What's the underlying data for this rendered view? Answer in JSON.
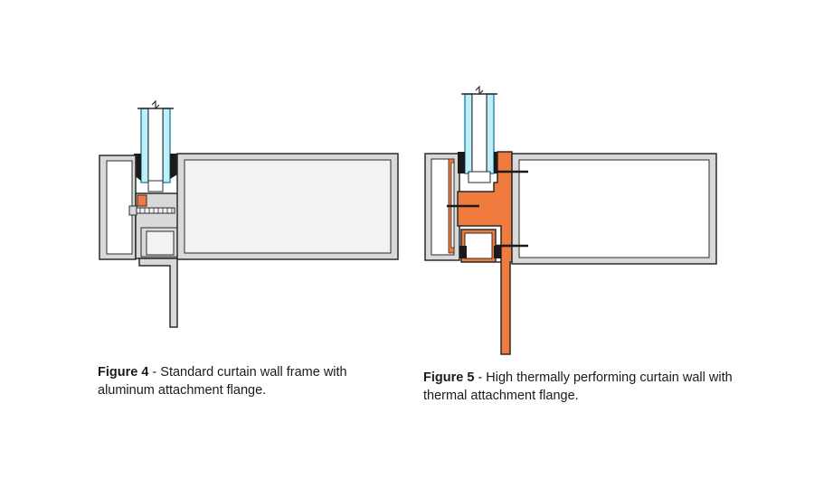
{
  "figures": [
    {
      "label": "Figure 4",
      "caption": " - Standard curtain wall frame with aluminum attachment flange."
    },
    {
      "label": "Figure 5",
      "caption": " - High thermally performing curtain wall with thermal attachment flange."
    }
  ],
  "colors": {
    "glass": "#bfeef5",
    "glass_edge": "#2a8fb0",
    "aluminum": "#d9d9d9",
    "frame_interior": "#f2f2f2",
    "thermal_flange": "#f07b3f",
    "gasket": "#1a1a1a",
    "outline": "#2b2b2b"
  }
}
